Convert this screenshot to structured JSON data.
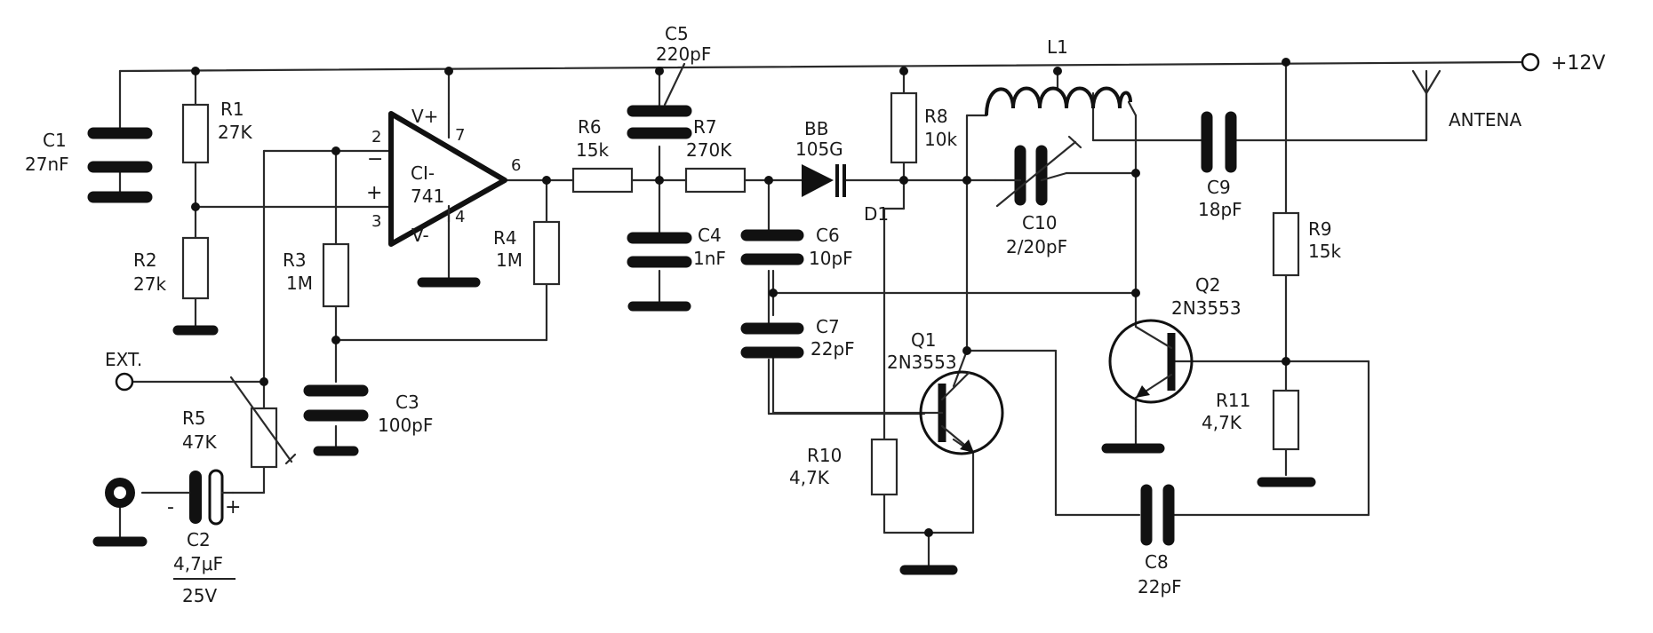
{
  "supply": {
    "label": "+12V"
  },
  "antenna": {
    "label": "ANTENA"
  },
  "ext": {
    "label": "EXT."
  },
  "opamp": {
    "name": "CI-",
    "part": "741",
    "vplus": "V+",
    "vminus": "V-",
    "pin_inv": "2",
    "pin_noninv": "3",
    "pin_out": "6",
    "pin_vp": "7",
    "pin_vm": "4",
    "sign_minus": "−",
    "sign_plus": "+"
  },
  "r1": {
    "name": "R1",
    "value": "27K"
  },
  "r2": {
    "name": "R2",
    "value": "27k"
  },
  "r3": {
    "name": "R3",
    "value": "1M"
  },
  "r4": {
    "name": "R4",
    "value": "1M"
  },
  "r5": {
    "name": "R5",
    "value": "47K"
  },
  "r6": {
    "name": "R6",
    "value": "15k"
  },
  "r7": {
    "name": "R7",
    "value": "270K"
  },
  "r8": {
    "name": "R8",
    "value": "10k"
  },
  "r9": {
    "name": "R9",
    "value": "15k"
  },
  "r10": {
    "name": "R10",
    "value": "4,7K"
  },
  "r11": {
    "name": "R11",
    "value": "4,7K"
  },
  "c1": {
    "name": "C1",
    "value": "27nF"
  },
  "c2": {
    "name": "C2",
    "value": "4,7μF",
    "voltage": "25V",
    "minus": "-",
    "plus": "+"
  },
  "c3": {
    "name": "C3",
    "value": "100pF"
  },
  "c4": {
    "name": "C4",
    "value": "1nF"
  },
  "c5": {
    "name": "C5",
    "value": "220pF"
  },
  "c6": {
    "name": "C6",
    "value": "10pF"
  },
  "c7": {
    "name": "C7",
    "value": "22pF"
  },
  "c8": {
    "name": "C8",
    "value": "22pF"
  },
  "c9": {
    "name": "C9",
    "value": "18pF"
  },
  "c10": {
    "name": "C10",
    "value": "2/20pF"
  },
  "d1": {
    "name": "D1",
    "part_line1": "BB",
    "part_line2": "105G"
  },
  "l1": {
    "name": "L1"
  },
  "q1": {
    "name": "Q1",
    "part": "2N3553"
  },
  "q2": {
    "name": "Q2",
    "part": "2N3553"
  }
}
